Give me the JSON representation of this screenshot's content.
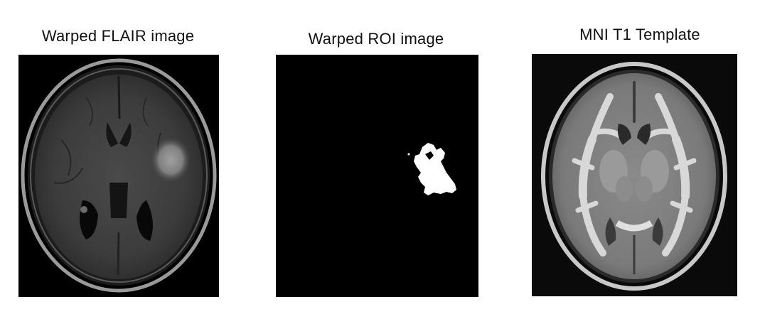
{
  "panels": [
    {
      "title": "Warped FLAIR image",
      "image": "axial FLAIR MRI brain slice with hyperintense lesion in left hemisphere"
    },
    {
      "title": "Warped ROI image",
      "image": "binary lesion mask, white region on black background"
    },
    {
      "title": "MNI T1 Template",
      "image": "axial T1-weighted MNI template brain slice"
    }
  ]
}
